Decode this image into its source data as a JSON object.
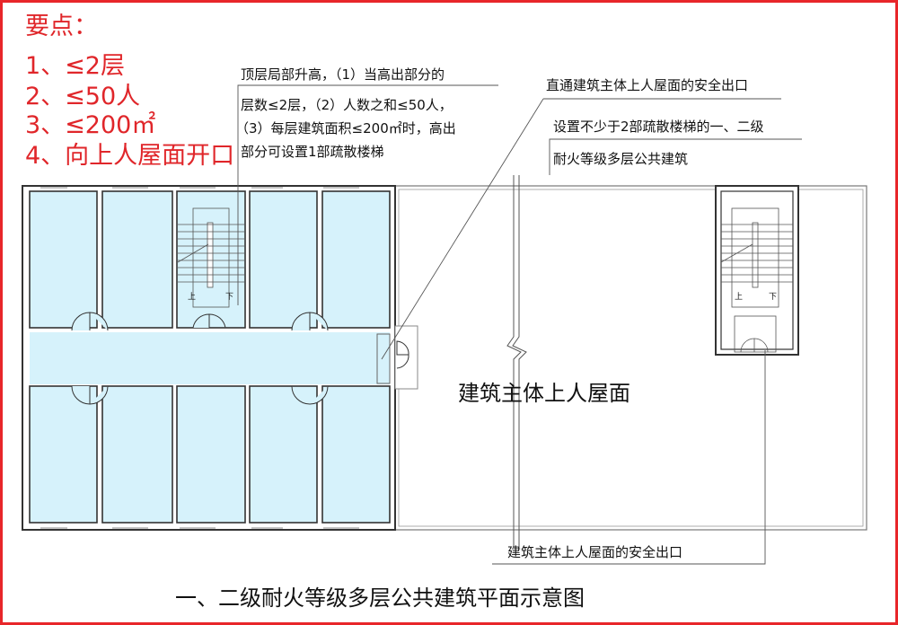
{
  "key_points": {
    "title": "要点：",
    "items": [
      "1、≤2层",
      "2、≤50人",
      "3、≤200㎡",
      "4、向上人屋面开口"
    ]
  },
  "notes": {
    "partial_raise": [
      "顶层局部升高，（1）当高出部分的",
      "层数≤2层，（2）人数之和≤50人，",
      "（3）每层建筑面积≤200㎡时，高出",
      "部分可设置1部疏散楼梯"
    ],
    "direct_exit": "直通建筑主体上人屋面的安全出口",
    "main_building": [
      "设置不少于2部疏散楼梯的一、二级",
      "耐火等级多层公共建筑"
    ],
    "roof_label": "建筑主体上人屋面",
    "roof_exit": "建筑主体上人屋面的安全出口"
  },
  "stair_labels": {
    "up": "上",
    "down": "下"
  },
  "caption": "一、二级耐火等级多层公共建筑平面示意图",
  "colors": {
    "accent": "#e0262a",
    "room_fill": "#d6f2fb",
    "wall": "#333333"
  }
}
